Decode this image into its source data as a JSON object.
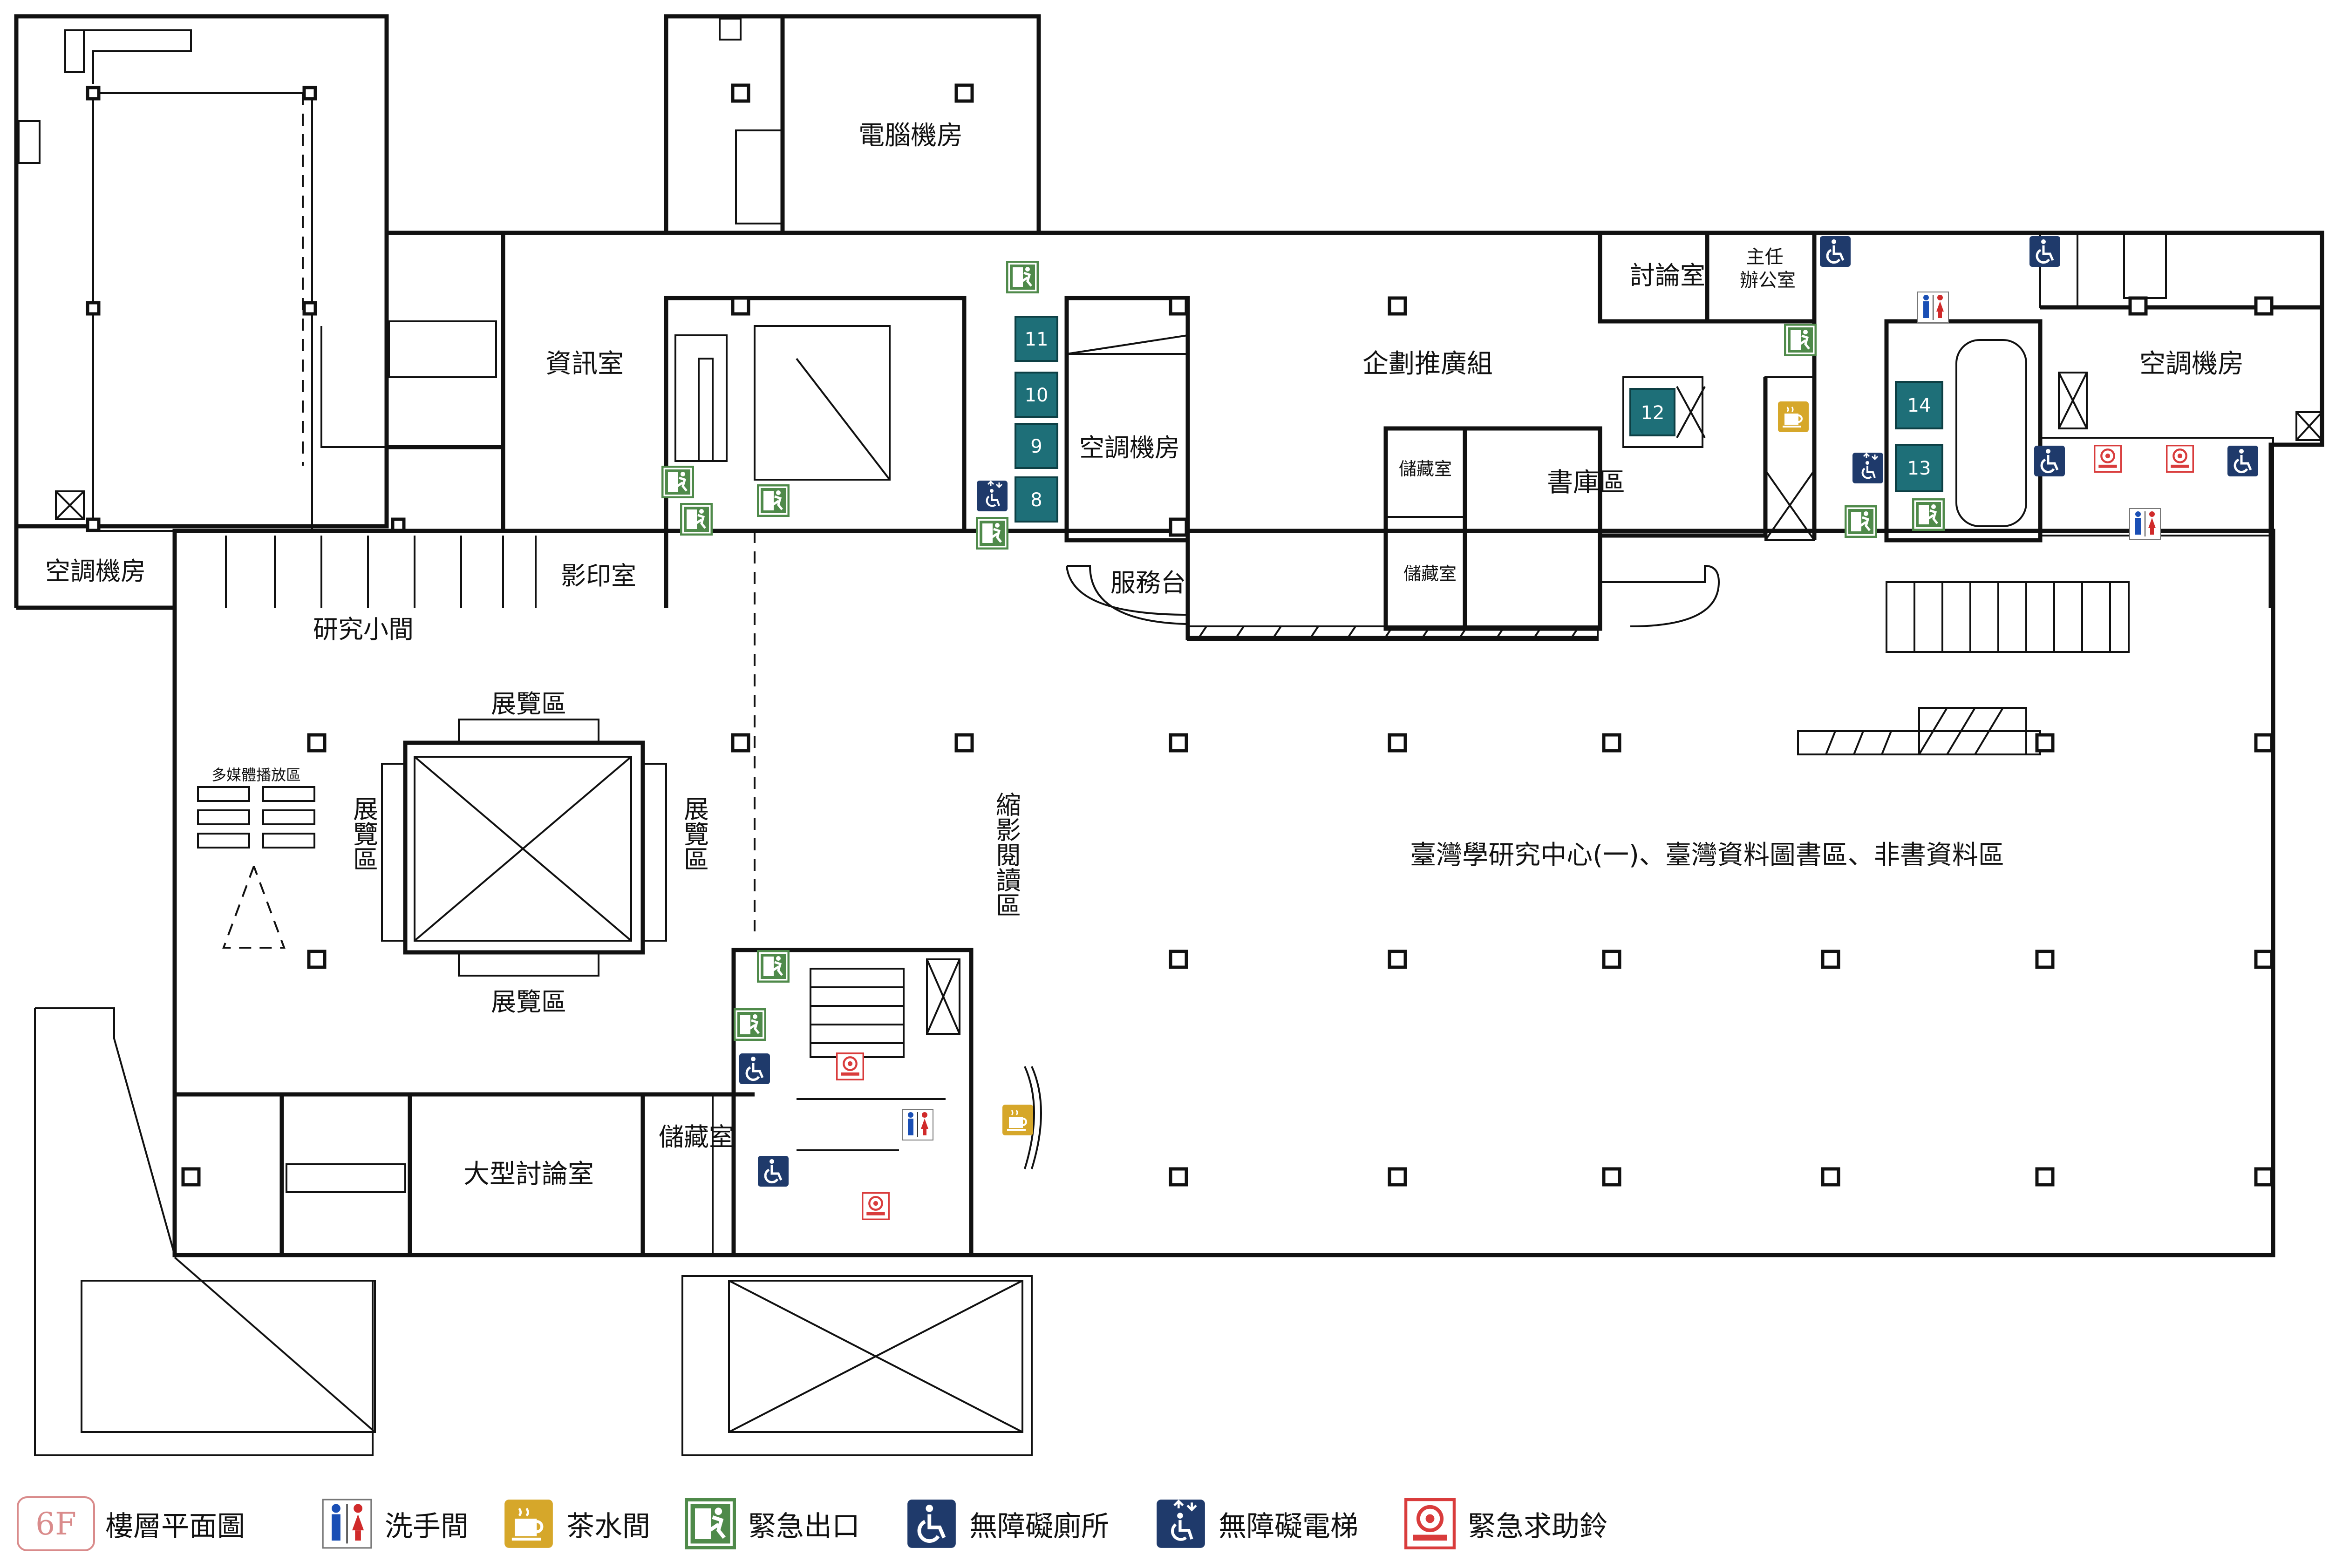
{
  "floor": "6F",
  "legend_title": "樓層平面圖",
  "rooms": {
    "hvac_a": "空調機房",
    "research": "研究小間",
    "copy": "影印室",
    "info": "資訊室",
    "computer": "電腦機房",
    "hvac_b": "空調機房",
    "service": "服務台",
    "planning": "企劃推廣組",
    "discussion": "討論室",
    "director": "主任\n辦公室",
    "storage_a": "儲藏室",
    "storage_b": "儲藏室",
    "stacks": "書庫區",
    "hvac_c": "空調機房",
    "exhibit_top": "展覽區",
    "exhibit_left": "展覽區",
    "exhibit_right": "展覽區",
    "exhibit_bottom": "展覽區",
    "multimedia": "多媒體播放區",
    "microfilm": "縮影閱讀區",
    "main_area": "臺灣學研究中心(一)、臺灣資料圖書區、非書資料區",
    "large_discussion": "大型討論室",
    "storage_c": "儲藏室"
  },
  "elevators": [
    "11",
    "10",
    "9",
    "8",
    "12",
    "14",
    "13"
  ],
  "legend": [
    {
      "icon": "restroom-icon",
      "label": "洗手間"
    },
    {
      "icon": "tea-room-icon",
      "label": "茶水間"
    },
    {
      "icon": "emergency-exit-icon",
      "label": "緊急出口"
    },
    {
      "icon": "accessible-restroom-icon",
      "label": "無障礙廁所"
    },
    {
      "icon": "accessible-elevator-icon",
      "label": "無障礙電梯"
    },
    {
      "icon": "emergency-bell-icon",
      "label": "緊急求助鈴"
    }
  ],
  "colors": {
    "elevator": "#1e6f78",
    "exit": "#4f8a4a",
    "accessible": "#1f3a6b",
    "tea": "#d6a72a",
    "bell": "#d93c3c",
    "restroom_male": "#1a4fb5",
    "restroom_female": "#d02a2a",
    "floor_badge": "#d98b8b"
  }
}
